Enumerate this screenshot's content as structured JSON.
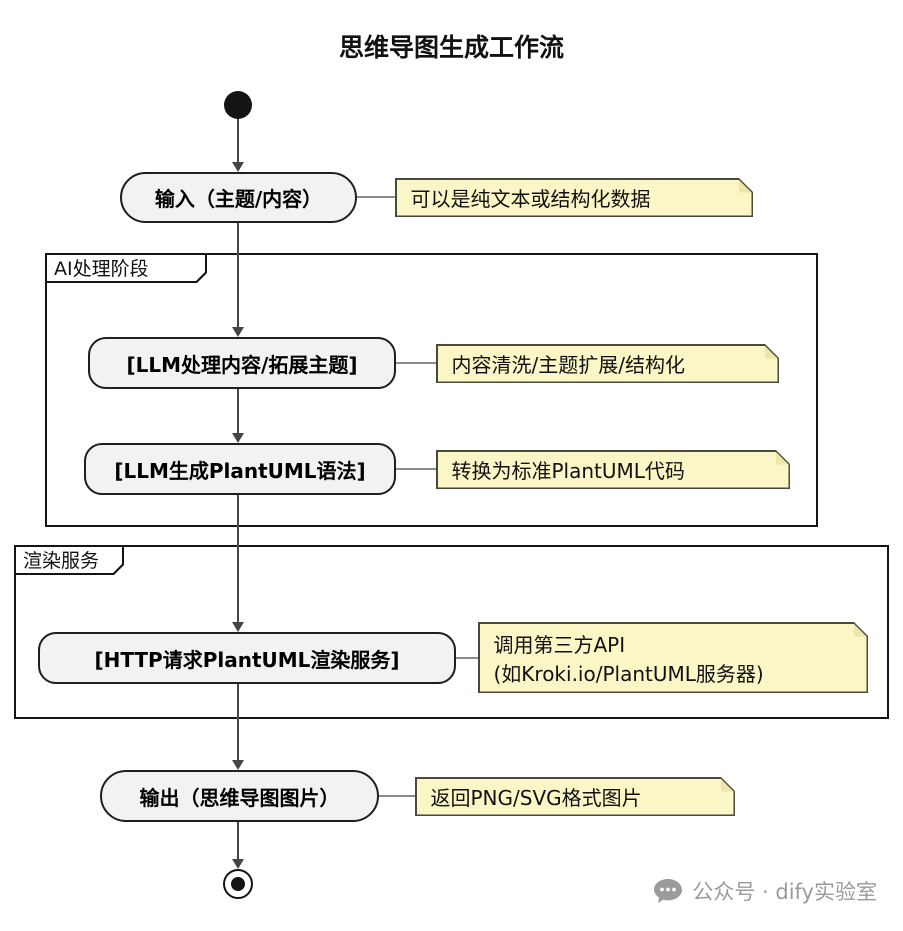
{
  "title": "思维导图生成工作流",
  "activities": {
    "input": {
      "label": "输入（主题/内容）",
      "note": "可以是纯文本或结构化数据"
    },
    "llm_process": {
      "label": "[LLM处理内容/拓展主题]",
      "note": "内容清洗/主题扩展/结构化"
    },
    "llm_generate": {
      "label": "[LLM生成PlantUML语法]",
      "note": "转换为标准PlantUML代码"
    },
    "http_render": {
      "label": "[HTTP请求PlantUML渲染服务]",
      "note_line1": "调用第三方API",
      "note_line2": "(如Kroki.io/PlantUML服务器)"
    },
    "output": {
      "label": "输出（思维导图图片）",
      "note": "返回PNG/SVG格式图片"
    }
  },
  "partitions": {
    "ai": {
      "label": "AI处理阶段"
    },
    "render": {
      "label": "渲染服务"
    }
  },
  "watermark": {
    "icon": "chat-bubble-icon",
    "text": "公众号 · dify实验室"
  },
  "colors": {
    "note-fill": "#FBF6C5",
    "note-border": "#4A4A3A",
    "note-fold": "#ECE6A8",
    "node-fill": "#F2F2F2",
    "node-border": "#1F1F1F",
    "edge": "#454545",
    "connector": "#8a8a8a",
    "partition-border": "#141414",
    "text": "#000000",
    "watermark": "#9B9B9B"
  }
}
